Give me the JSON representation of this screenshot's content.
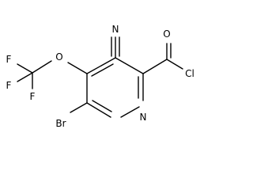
{
  "molecule": {
    "atoms": {
      "nitrile_n": "N",
      "ring_n": "N",
      "carbonyl_o": "O",
      "acyl_cl": "Cl",
      "ether_o": "O",
      "bromine": "Br",
      "f1": "F",
      "f2": "F",
      "f3": "F"
    }
  }
}
